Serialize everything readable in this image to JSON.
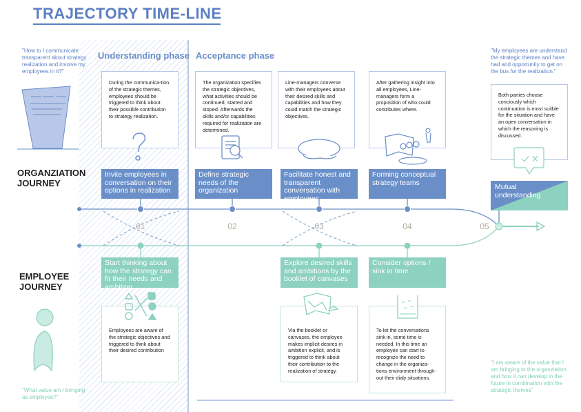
{
  "title": "TRAJECTORY TIME-LINE",
  "quotes": {
    "org_start": "\"How to I communicate transparent about strategy realization and involve my employees in it?\"",
    "org_end": "\"My employees are understand the strategic themes and have had and opportunity to get on the bus for the realization.\"",
    "emp_start": "\"What value am I bringing as employee?\"",
    "emp_end": "\"I am aware of the value that I am bringing to the organziation and how it can develop in the future in combination with the strategic themes\""
  },
  "phases": [
    "Understanding phase",
    "Acceptance phase"
  ],
  "journeys": {
    "organization": "ORGANZIATION JOURNEY",
    "employee": "EMPLOYEE JOURNEY"
  },
  "steps": [
    "01",
    "02",
    "03",
    "04",
    "05"
  ],
  "org_cards": [
    {
      "text": "During the communica-tion of the strategic themes, employees should be triggered to think about their possible contribution to strategy realization.",
      "label": "Invite employees in conversation on their options in realization",
      "icon": "question-icon"
    },
    {
      "text": "The organization specifies the strategic objectives, what activities should be continued, started and stoped. Afterwards the skills and/or capabilities required for realization are determined.",
      "label": "Define strategic needs of the organization",
      "icon": "document-search-icon"
    },
    {
      "text": "Line-managers converse with their employees about their desired skills and capabilities and how they could match the strategic objectives.",
      "label": "Facilitate honest and transparent conversation with employees",
      "icon": "speech-bubble-icon"
    },
    {
      "text": "After gathering insight into all employees, Line-managers form a proposition of who could contributes where.",
      "label": "Forming conceptual strategy teams",
      "icon": "team-map-icon"
    }
  ],
  "final": {
    "text": "Both parties choose conciously which continuation is most suitble for the situation and have an open conversation in which the reasoning is discussed.",
    "label": "Mutual understanding",
    "icon": "check-cross-bubble-icon"
  },
  "emp_cards": [
    {
      "label": "Start thinking about how the strategy can fit their needs and ambition",
      "text": "Employees are aware of the strategic objectives and triggered to think about their desired contribution",
      "icon": "shapes-match-icon"
    },
    {
      "label": "Explore desired skills and ambitions by the booklet of canvases",
      "text": "Via the booklet or canvases, the employee makes implicit desires in ambition explicit, and is triggered to think about their contribution to the realization of strategy.",
      "icon": "map-explore-icon"
    },
    {
      "label": "Consider options / sink in time",
      "text": "To let the conversations sink in, some time is needed. In this time an employee can start to recognize the need to change in the organiza-tions environment through-out their dialy situations.",
      "icon": "beaker-icon"
    }
  ],
  "colors": {
    "organization": "#6a8fc8",
    "employee": "#8dd1c0",
    "title": "#5b7fc4"
  }
}
